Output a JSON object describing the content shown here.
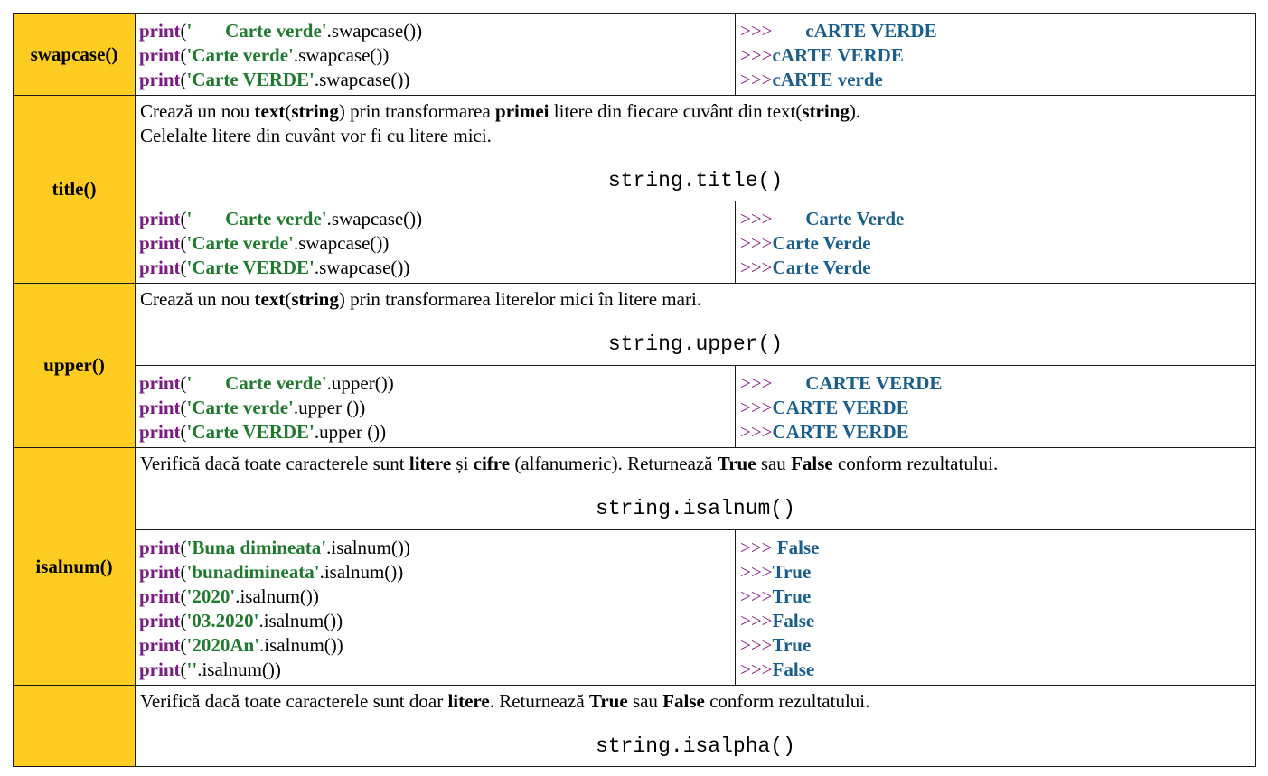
{
  "rows": {
    "swapcase": {
      "method": "swapcase()",
      "code": [
        {
          "kw": "print",
          "open": "(",
          "str": "'       Carte verde'",
          "rest": ".swapcase())"
        },
        {
          "kw": "print",
          "open": "(",
          "str": "'Carte verde'",
          "rest": ".swapcase())"
        },
        {
          "kw": "print",
          "open": "(",
          "str": "'Carte VERDE'",
          "rest": ".swapcase())"
        }
      ],
      "out": [
        {
          "p": ">>>",
          "v": "       cARTE VERDE"
        },
        {
          "p": ">>>",
          "v": "cARTE VERDE"
        },
        {
          "p": ">>>",
          "v": "cARTE verde"
        }
      ]
    },
    "title": {
      "method": "title()",
      "desc1": [
        "Crează un nou ",
        "text",
        "(",
        "string",
        ") prin transformarea ",
        "primei",
        " litere din fiecare cuvânt din text(",
        "string",
        ")."
      ],
      "desc2": "Celelalte litere din cuvânt vor fi cu litere mici.",
      "sig": "string.title()",
      "code": [
        {
          "kw": "print",
          "open": "(",
          "str": "'       Carte verde'",
          "rest": ".swapcase())"
        },
        {
          "kw": "print",
          "open": "(",
          "str": "'Carte verde'",
          "rest": ".swapcase())"
        },
        {
          "kw": "print",
          "open": "(",
          "str": "'Carte VERDE'",
          "rest": ".swapcase())"
        }
      ],
      "out": [
        {
          "p": ">>>",
          "v": "       Carte Verde"
        },
        {
          "p": ">>>",
          "v": "Carte Verde"
        },
        {
          "p": ">>>",
          "v": "Carte Verde"
        }
      ]
    },
    "upper": {
      "method": "upper()",
      "desc1": [
        "Crează un nou ",
        "text",
        "(",
        "string",
        ") prin transformarea literelor mici în litere mari."
      ],
      "sig": "string.upper()",
      "code": [
        {
          "kw": "print",
          "open": "(",
          "str": "'       Carte verde'",
          "rest": ".upper())"
        },
        {
          "kw": "print",
          "open": "(",
          "str": "'Carte verde'",
          "rest": ".upper ())"
        },
        {
          "kw": "print",
          "open": "(",
          "str": "'Carte VERDE'",
          "rest": ".upper ())"
        }
      ],
      "out": [
        {
          "p": ">>>",
          "v": "       CARTE VERDE"
        },
        {
          "p": ">>>",
          "v": "CARTE VERDE"
        },
        {
          "p": ">>>",
          "v": "CARTE VERDE"
        }
      ]
    },
    "isalnum": {
      "method": "isalnum()",
      "desc1": [
        "Verifică dacă toate caracterele sunt ",
        "litere",
        " și ",
        "cifre",
        " (alfanumeric). Returnează ",
        "True",
        " sau ",
        "False",
        " conform rezultatului."
      ],
      "sig": "string.isalnum()",
      "code": [
        {
          "kw": "print",
          "open": "(",
          "str": "'Buna dimineata'",
          "rest": ".isalnum())"
        },
        {
          "kw": "print",
          "open": "(",
          "str": "'bunadimineata'",
          "rest": ".isalnum())"
        },
        {
          "kw": "print",
          "open": "(",
          "str": "'2020'",
          "rest": ".isalnum())"
        },
        {
          "kw": "print",
          "open": "(",
          "str": "'03.2020'",
          "rest": ".isalnum())"
        },
        {
          "kw": "print",
          "open": "(",
          "str": "'2020An'",
          "rest": ".isalnum())"
        },
        {
          "kw": "print",
          "open": "(",
          "str": "''",
          "rest": ".isalnum())"
        }
      ],
      "out": [
        {
          "p": ">>>",
          "v": " False"
        },
        {
          "p": ">>>",
          "v": "True"
        },
        {
          "p": ">>>",
          "v": "True"
        },
        {
          "p": ">>>",
          "v": "False"
        },
        {
          "p": ">>>",
          "v": "True"
        },
        {
          "p": ">>>",
          "v": "False"
        }
      ]
    },
    "isalpha": {
      "method": "",
      "desc1": [
        "Verifică dacă toate caracterele sunt doar ",
        "litere",
        ". Returnează ",
        "True",
        " sau ",
        "False",
        " conform rezultatului."
      ],
      "sig": "string.isalpha()"
    }
  }
}
